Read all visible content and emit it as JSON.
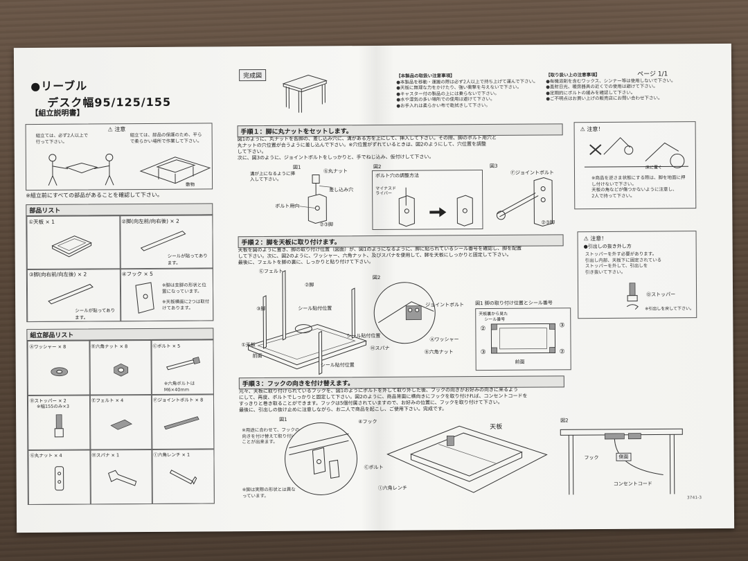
{
  "header": {
    "title_line1": "●リーブル",
    "title_line2": "デスク幅95/125/155",
    "subtitle": "【組立説明書】",
    "kansei": "完成図",
    "page": "ページ 1/1"
  },
  "caution_top": {
    "head1": "⚠ 注意",
    "note_a": "組立ては、必ず2人以上で行って下さい。",
    "note_b": "組立ては、部品の保護のため、平らで柔らかい場所で作業して下さい。",
    "floor_label": "敷物",
    "check": "※組立前にすべての部品があることを確認して下さい。"
  },
  "precautions": {
    "left_head": "【本製品の取扱い注意事項】",
    "left_lines": [
      "●本製品を移動・運搬の際は必ず2人以上で持ち上げて運んで下さい。",
      "●天板に無理な力をかけたり、強い衝撃を与えないで下さい。",
      "●キャスター付の製品の上には乗らないで下さい。",
      "●水や湿気の多い場所での使用は避けて下さい。",
      "●お手入れは柔らかい布で乾拭きして下さい。"
    ],
    "right_head": "【取り扱い上の注意事項】",
    "right_lines": [
      "●有機溶剤を含むワックス、シンナー等は使用しないで下さい。",
      "●直射日光、暖房器具の近くでの使用は避けて下さい。",
      "●定期的にボルトの緩みを確認して下さい。",
      "●ご不明点はお買い上げの販売店にお問い合わせ下さい。"
    ]
  },
  "parts": {
    "title": "部品リスト",
    "items": [
      {
        "label": "①天板 × 1"
      },
      {
        "label": "②脚(向左前/向右後) × 2",
        "note": "シールが貼ってあります。"
      },
      {
        "label": "③脚(向右前/向左後) × 2",
        "note": "シールが貼ってあります。"
      },
      {
        "label": "④フック × 5",
        "note1": "※脚は支脚の形状と位置になっています。",
        "note2": "※天板横面に2つは取付けてあります。"
      }
    ]
  },
  "hardware": {
    "title": "組立部品リスト",
    "items": [
      {
        "label": "Ⓐワッシャー × 8"
      },
      {
        "label": "Ⓑ六角ナット × 8"
      },
      {
        "label": "Ⓒボルト × 5",
        "note": "※六角ボルトはM6×40mm"
      },
      {
        "label": "Ⓓストッパー × 2",
        "note": "※幅155のみ×3"
      },
      {
        "label": "Ⓔフェルト × 4"
      },
      {
        "label": "Ⓕジョイントボルト × 8"
      },
      {
        "label": "Ⓖ丸ナット × 4"
      },
      {
        "label": "Ⓗスパナ × 1"
      },
      {
        "label": "Ⓘ六角レンチ × 1"
      }
    ]
  },
  "step1": {
    "title": "手順１：脚に丸ナットをセットします。",
    "text": [
      "図1のように、丸ナットを各脚の、差し込み穴に、溝がある方を上にして、挿入して下さい。その際、脚のボルト用穴と",
      "丸ナットの穴位置が合うように差し込んで下さい。※穴位置がずれているときは、図2のようにして、穴位置を調整",
      "して下さい。",
      "次に、図3のように、ジョイントボルトをしっかりと、手でねじ込み、仮付けして下さい。"
    ],
    "fig1": "図1",
    "fig2": "図2",
    "fig3": "図3",
    "l_groove": "溝が上になるように挿入して下さい。",
    "l_marunut": "Ⓖ丸ナット",
    "l_hole": "差し込み穴",
    "l_bolthole": "ボルト用穴",
    "l_leg": "②③脚",
    "l_adjust": "ボルト穴の調整方法",
    "l_driver": "マイナスドライバー",
    "l_joint": "Ⓕジョイントボルト"
  },
  "caution_right1": {
    "head": "⚠ 注意！",
    "text": "※商品を逆さま状態にする際は、脚を地面に押し付けないで下さい。\n天板の角などが傷つかないように注意し、\n2人で持って下さい。",
    "label": "床に置く"
  },
  "step2": {
    "title": "手順２：脚を天板に取り付けます。",
    "text": [
      "天板を図のように置き、脚の取り付け位置（図面）が、図1のようになるように、脚に貼られているシール番号を確認し、脚を配置",
      "して下さい。次に、図2のように、ワッシャー、六角ナット、及びスパナを使用して、脚を天板にしっかりと固定して下さい。",
      "最後に、フェルトを脚の裏に、しっかりと貼り付けて下さい。"
    ],
    "fig_main": "図2",
    "fig_sub": "図1 脚の取り付け位置とシール番号",
    "l_felt": "Ⓔフェルト",
    "l_leg2": "②脚",
    "l_leg3": "③脚",
    "l_seal": "シール貼付位置",
    "l_top": "①天板",
    "l_front": "前面",
    "l_joint": "ジョイントボルト",
    "l_washer": "Ⓐワッシャー",
    "l_spanner": "Ⓗスパナ",
    "l_nut": "Ⓑ六角ナット",
    "l_sealpos": "天板裏から見た",
    "l_sealpos2": "シール番号",
    "l_2": "②",
    "l_3": "③",
    "l_front2": "前面"
  },
  "caution_right2": {
    "head": "⚠ 注意！",
    "sub": "●引出しの抜き外し方",
    "text": "ストッパーを外す必要があります。\n引出し内部、天板下に固定されている\nストッパーを外して、引出しを\n引き抜いて下さい。",
    "l_stopper": "Ⓓストッパー",
    "l_after": "※引出しを戻して下さい。"
  },
  "step3": {
    "title": "手順３：フックの向きを付け替えます。",
    "text": [
      "元々、天板に取り付けられているフックを、図1のようにボルトを外して取り外した後、フックの向きがお好みの向きに来るよう",
      "にして、再度、ボルトでしっかりと固定して下さい。図2のように、商品背面に横向きにフックを取り付ければ、コンセントコードを",
      "すっきりと巻き取ることができます。フックは5個付属されていますので、お好みの位置に、フックを取り付けて下さい。",
      "最後に、引出しの抜け止めに注意しながら、お二人で商品を起こし、ご使用下さい。完成です。"
    ],
    "fig1": "図1",
    "fig2": "図2",
    "l_note": "※用途に合わせて、フックの向きを付け替えて取り付けることが出来ます。",
    "l_hook": "④フック",
    "l_bolt": "Ⓒボルト",
    "l_wrench": "Ⓘ六角レンチ",
    "l_top": "天板",
    "l_note2": "※脚は実際の形状とは異なっています。",
    "l_hook2": "フック",
    "l_side": "側面",
    "l_cord": "コンセントコード"
  },
  "footer_code": "3741-3"
}
